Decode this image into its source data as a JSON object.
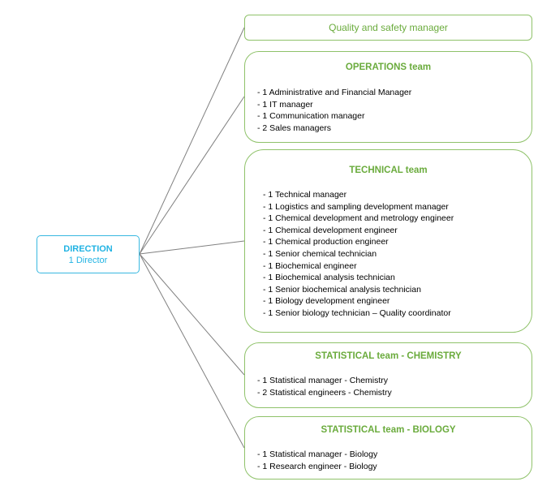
{
  "direction": {
    "title": "DIRECTION",
    "subtitle": "1 Director"
  },
  "quality_safety": {
    "label": "Quality and safety manager"
  },
  "teams": [
    {
      "title": "OPERATIONS team",
      "members": [
        "- 1 Administrative and Financial Manager",
        "- 1 IT manager",
        "- 1 Communication manager",
        "- 2 Sales managers"
      ]
    },
    {
      "title": "TECHNICAL team",
      "members": [
        "- 1 Technical manager",
        "- 1 Logistics and sampling development manager",
        "- 1 Chemical development and metrology engineer",
        "- 1 Chemical development engineer",
        "- 1 Chemical production engineer",
        "- 1 Senior chemical technician",
        "- 1 Biochemical engineer",
        "- 1 Biochemical analysis technician",
        "- 1 Senior biochemical analysis technician",
        "- 1 Biology development engineer",
        "- 1 Senior biology technician – Quality coordinator"
      ]
    },
    {
      "title": "STATISTICAL team - CHEMISTRY",
      "members": [
        "- 1 Statistical manager - Chemistry",
        "- 2 Statistical engineers - Chemistry"
      ]
    },
    {
      "title": "STATISTICAL team - BIOLOGY",
      "members": [
        "- 1 Statistical manager - Biology",
        "- 1 Research engineer - Biology"
      ]
    }
  ],
  "colors": {
    "direction_accent": "#21b3e3",
    "team_accent": "#6aab3c",
    "box_border": "#8fc26a",
    "connector": "#808080"
  }
}
